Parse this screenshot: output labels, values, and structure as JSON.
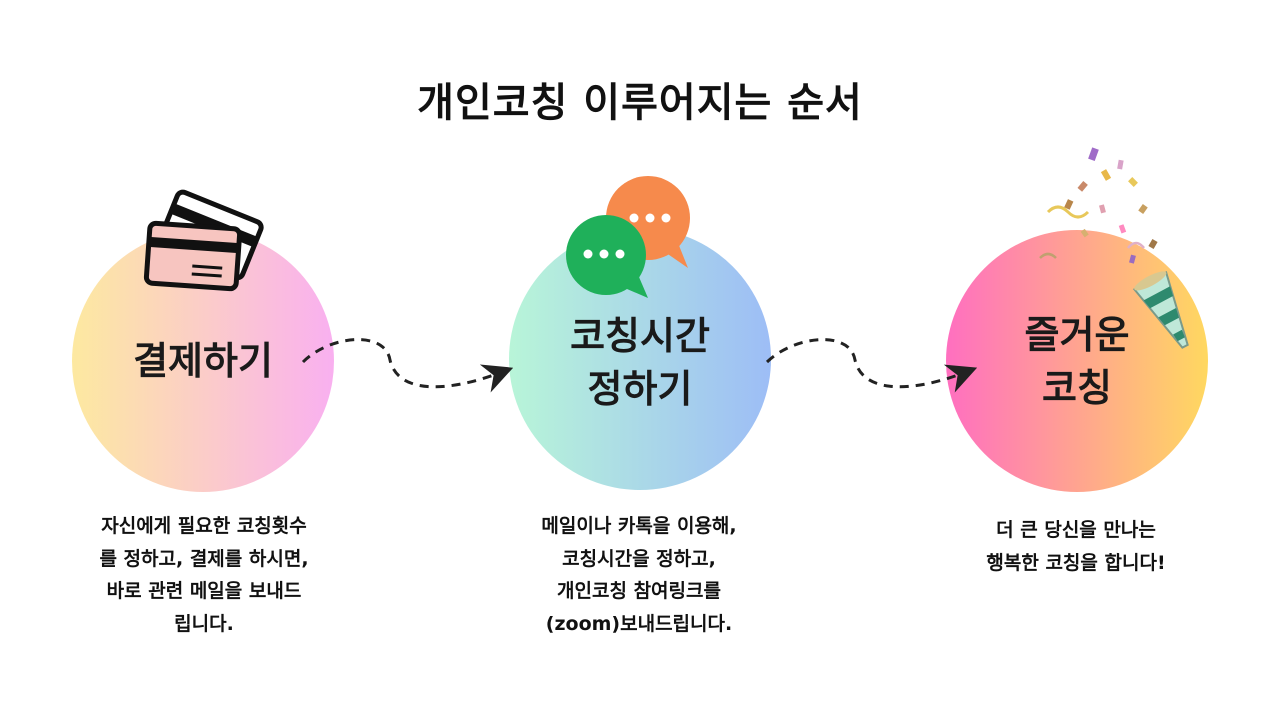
{
  "title": "개인코칭 이루어지는 순서",
  "colors": {
    "step1_gradient": [
      "#fde9a0",
      "#f9b0f0"
    ],
    "step2_gradient": [
      "#b8f5d8",
      "#9dbdf6"
    ],
    "step3_gradient": [
      "#ff6fc0",
      "#ffd860"
    ],
    "bubble_green": "#1fb05a",
    "bubble_orange": "#f68a4c",
    "card_fill": "#f7c5c0",
    "arrow": "#222222"
  },
  "steps": [
    {
      "label": "결제하기",
      "icon": "credit-cards-icon",
      "description": "자신에게 필요한 코칭횟수\n를 정하고, 결제를 하시면,\n바로  관련 메일을 보내드\n립니다."
    },
    {
      "label": "코칭시간\n정하기",
      "icon": "chat-bubbles-icon",
      "description": "메일이나 카톡을 이용해,\n코칭시간을 정하고,\n개인코칭 참여링크를\n(zoom)보내드립니다."
    },
    {
      "label": "즐거운\n코칭",
      "icon": "party-popper-icon",
      "description": "더 큰 당신을 만나는\n행복한 코칭을 합니다!"
    }
  ]
}
